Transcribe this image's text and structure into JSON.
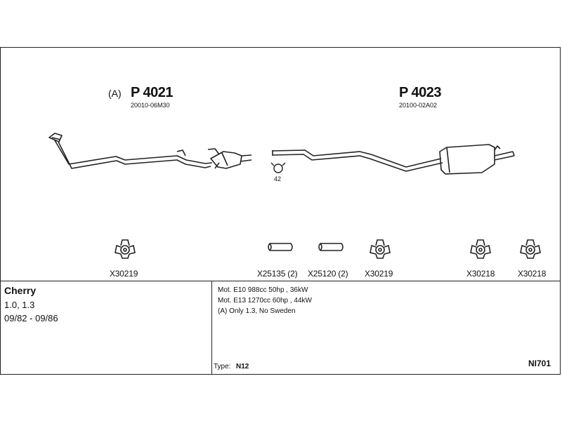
{
  "parts": {
    "front": {
      "prefix": "(A)",
      "number": "P 4021",
      "ref": "20010-06M30"
    },
    "rear": {
      "number": "P 4023",
      "ref": "20100-02A02"
    },
    "small_ring_label": "42"
  },
  "fittings": [
    {
      "code": "X30219"
    },
    {
      "code": "X25135 (2)"
    },
    {
      "code": "X25120 (2)"
    },
    {
      "code": "X30219"
    },
    {
      "code": "X30218"
    },
    {
      "code": "X30218"
    }
  ],
  "vehicle": {
    "make": "Cherry",
    "engines": "1.0, 1.3",
    "years": "09/82 - 09/86"
  },
  "notes": [
    "Mot. E10 988cc 50hp , 36kW",
    "Mot. E13 1270cc 60hp , 44kW",
    "(A) Only 1.3, No Sweden"
  ],
  "type_label": "Type:",
  "type_value": "N12",
  "diagram_code": "NI701"
}
